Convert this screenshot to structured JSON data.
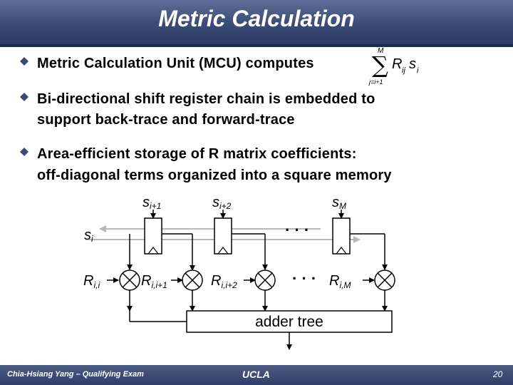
{
  "slide": {
    "title": "Metric Calculation",
    "bullets": [
      {
        "text": "Metric Calculation Unit (MCU) computes"
      },
      {
        "line1": "Bi-directional shift register chain is embedded to",
        "line2": "support back-trace and forward-trace"
      },
      {
        "line1": "Area-efficient storage of R matrix coefficients:",
        "line2": "off-diagonal terms organized into a square memory"
      }
    ],
    "formula": {
      "upper": "M",
      "lower": "j=i+1",
      "term_R": "R",
      "term_sub": "ij",
      "term_s": "s",
      "term_s_sub": "i"
    }
  },
  "diagram": {
    "s_labels": [
      {
        "main": "s",
        "sub": "i+1"
      },
      {
        "main": "s",
        "sub": "i+2"
      },
      {
        "main": "s",
        "sub": "M"
      }
    ],
    "s_input": {
      "main": "s",
      "sub": "i"
    },
    "r_labels": [
      {
        "main": "R",
        "sub": "i,i"
      },
      {
        "main": "R",
        "sub": "i,i+1"
      },
      {
        "main": "R",
        "sub": "i,i+2"
      },
      {
        "main": "R",
        "sub": "i,M"
      }
    ],
    "ellipsis": "· · ·",
    "adder_label": "adder tree"
  },
  "footer": {
    "author": "Chia-Hsiang Yang – Qualifying Exam",
    "org": "UCLA",
    "page": "20"
  },
  "colors": {
    "title_bar": "#3a4c76",
    "bullet": "#3a4c76",
    "arrow_gray": "#b8b8b8"
  }
}
